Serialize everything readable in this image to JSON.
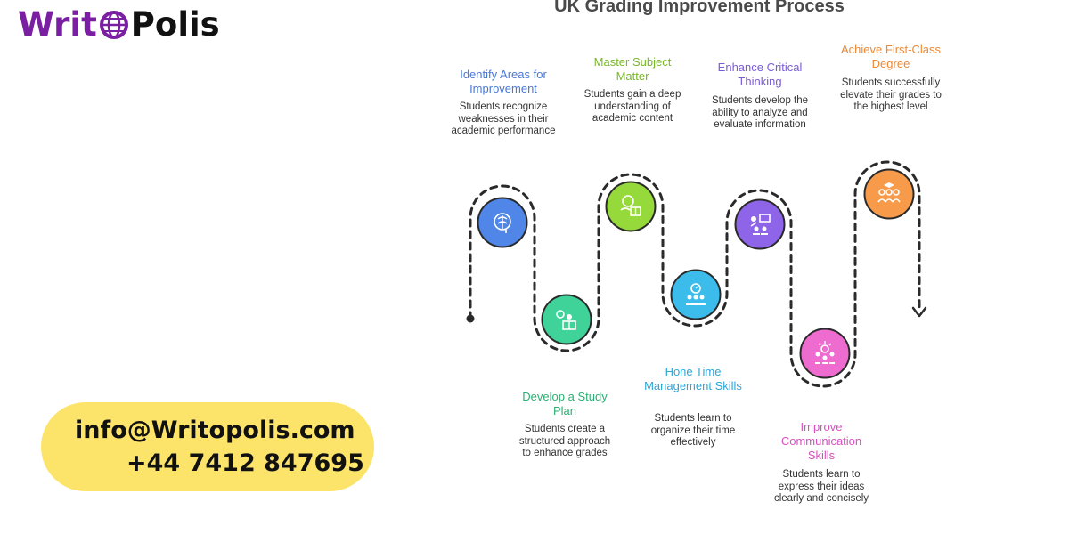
{
  "brand": {
    "name_part1": "Writ",
    "name_part2": "Polis"
  },
  "contact": {
    "email": "info@Writopolis.com",
    "phone": "+44 7412 847695"
  },
  "diagram": {
    "title": "UK Grading Improvement Process",
    "steps": [
      {
        "title": "Identify Areas for Improvement",
        "description": "Students recognize weaknesses in their academic performance",
        "color": "#4f86e8",
        "title_color": "#4a78d6",
        "icon": "brain-icon"
      },
      {
        "title": "Develop a Study Plan",
        "description": "Students create a structured approach to enhance grades",
        "color": "#3fd39a",
        "title_color": "#2eae72",
        "icon": "study-plan-icon"
      },
      {
        "title": "Master Subject Matter",
        "description": "Students gain a deep understanding of academic content",
        "color": "#95d93b",
        "title_color": "#79b82a",
        "icon": "reading-book-icon"
      },
      {
        "title": "Hone Time Management Skills",
        "description": "Students learn to organize their time effectively",
        "color": "#3cbcea",
        "title_color": "#2ea6d6",
        "icon": "team-clock-icon"
      },
      {
        "title": "Enhance Critical Thinking",
        "description": "Students develop the ability to analyze and evaluate information",
        "color": "#8e64e8",
        "title_color": "#7a5cd6",
        "icon": "presentation-icon"
      },
      {
        "title": "Improve Communication Skills",
        "description": "Students learn to express their ideas clearly and concisely",
        "color": "#ee6bd0",
        "title_color": "#d651c0",
        "icon": "group-idea-icon"
      },
      {
        "title": "Achieve First-Class Degree",
        "description": "Students successfully elevate their grades to the highest level",
        "color": "#f79b4b",
        "title_color": "#ea8a3a",
        "icon": "graduates-icon"
      }
    ]
  }
}
